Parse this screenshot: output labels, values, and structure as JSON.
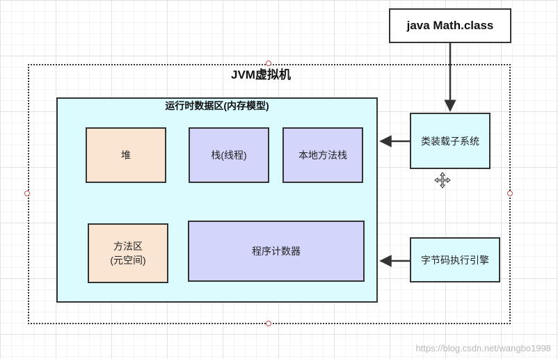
{
  "input": {
    "label": "java Math.class"
  },
  "jvm": {
    "title": "JVM虚拟机"
  },
  "runtime_area": {
    "title": "运行时数据区(内存模型)",
    "heap": "堆",
    "stack": "栈(线程)",
    "native_stack": "本地方法栈",
    "method_area_line1": "方法区",
    "method_area_line2": "(元空间)",
    "pc_counter": "程序计数器"
  },
  "class_loader": {
    "label": "类装载子系统"
  },
  "exec_engine": {
    "label": "字节码执行引擎"
  },
  "watermark": {
    "text": "https://blog.csdn.net/wangbo1998"
  },
  "colors": {
    "runtime_bg": "#dcfbff",
    "orange_box": "#fae5d2",
    "purple_box": "#d3d5fb",
    "border": "#333333"
  }
}
